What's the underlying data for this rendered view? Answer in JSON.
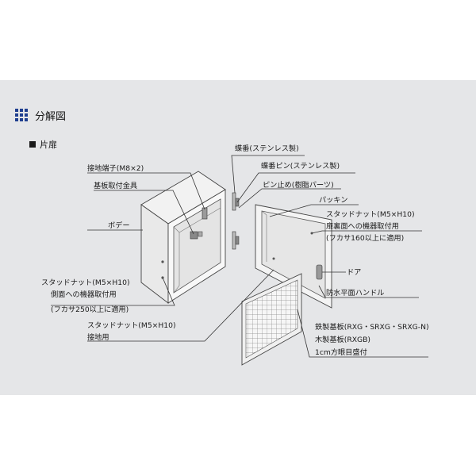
{
  "heading": {
    "title": "分解図",
    "icon": "grid-icon"
  },
  "subheading": {
    "label": "片扉"
  },
  "labels": {
    "hinge": "蝶番(ステンレス製)",
    "hinge_pin": "蝶番ピン(ステンレス製)",
    "pin_stopper": "ピン止め(樹脂パーツ)",
    "ground_terminal": "接地端子(M8×2)",
    "packing": "パッキン",
    "board_bracket": "基板取付金具",
    "door_stud_1": "スタッドナット(M5×H10)",
    "door_stud_2": "扉裏面への機器取付用",
    "door_stud_3": "(フカサ160以上に適用)",
    "body": "ボデー",
    "door": "ドア",
    "side_stud_1": "スタッドナット(M5×H10)",
    "side_stud_2": "側面への機器取付用",
    "side_stud_3": "(フカサ250以上に適用)",
    "handle": "防水平面ハンドル",
    "ground_stud_1": "スタッドナット(M5×H10)",
    "ground_stud_2": "接地用",
    "board_1": "鉄製基板(RXG・SRXG・SRXG-N)",
    "board_2": "木製基板(RXGB)",
    "board_3": "1cm方眼目盛付"
  }
}
